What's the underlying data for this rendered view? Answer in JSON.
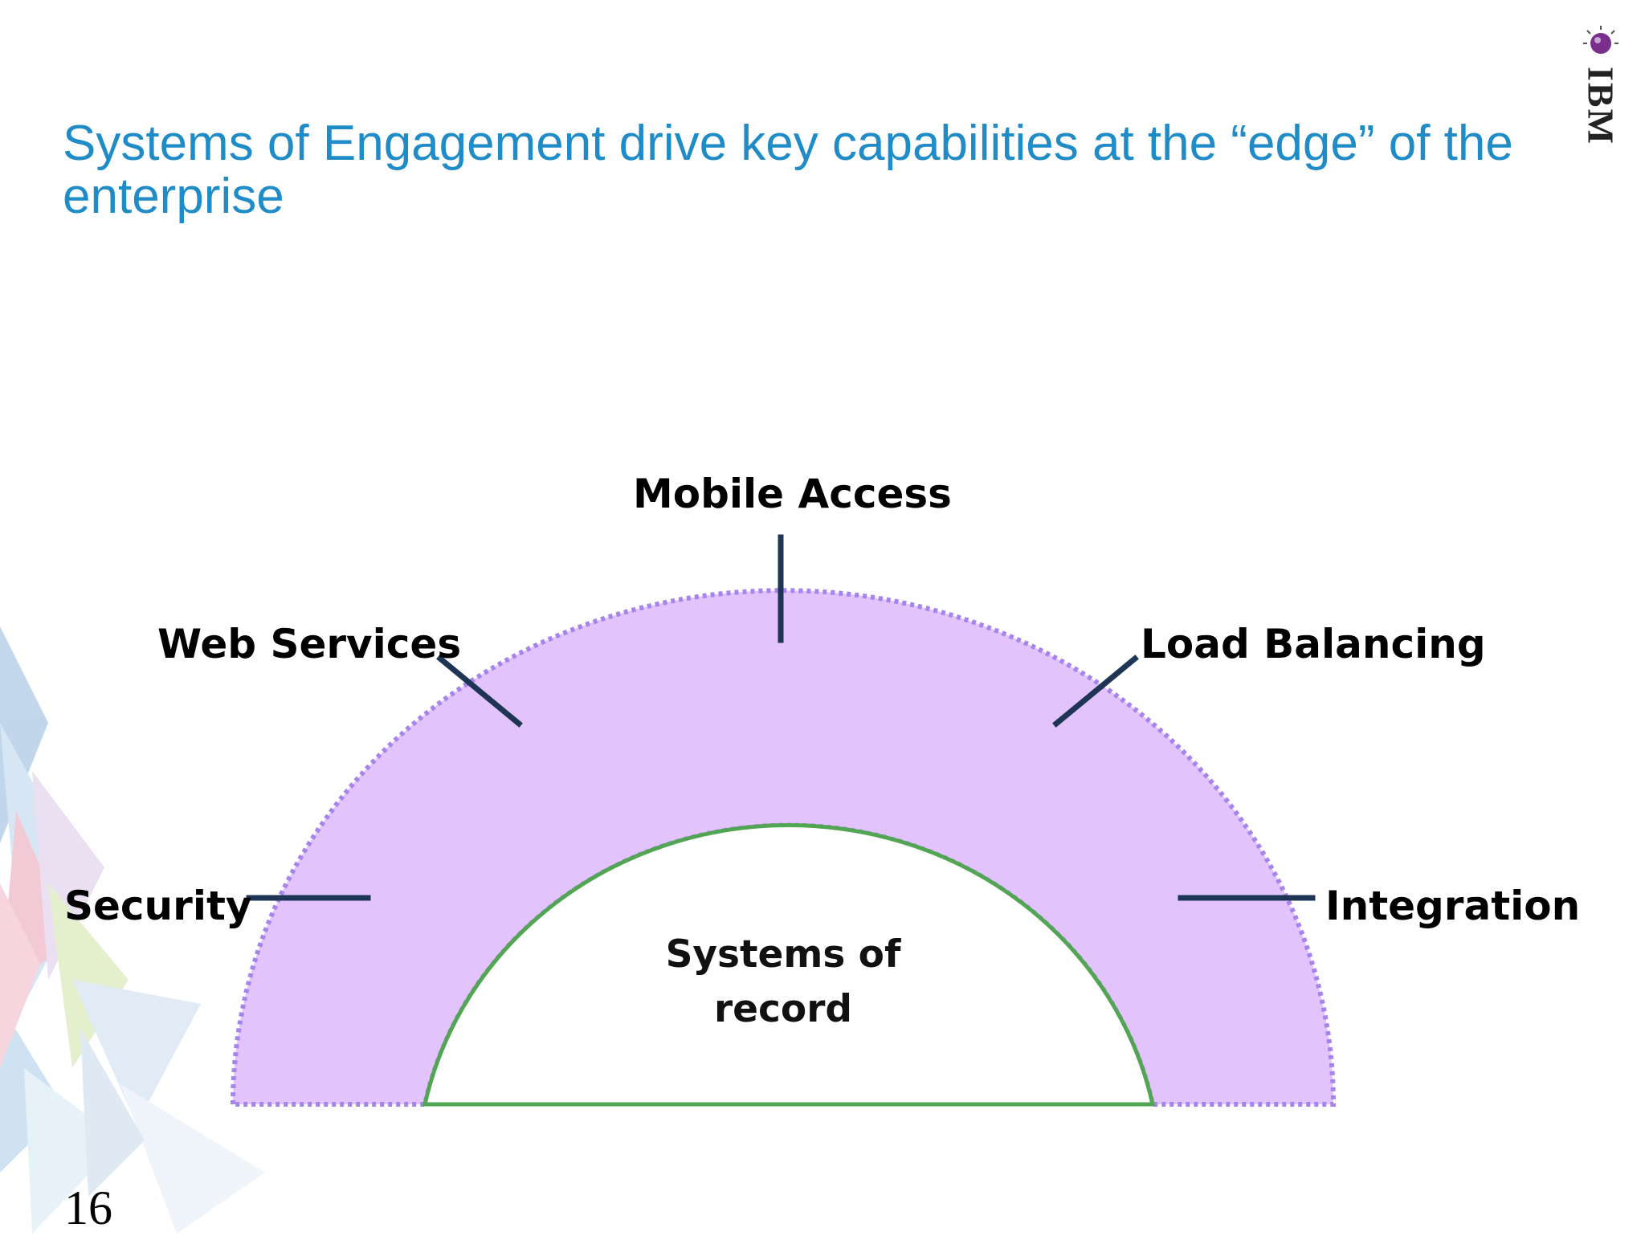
{
  "slide": {
    "title": "Systems of Engagement drive key capabilities at the “edge” of the enterprise",
    "page_number": "16"
  },
  "logo": {
    "text": "IBM",
    "icon": "ibm-logo-globe-icon"
  },
  "diagram": {
    "inner_label_line1": "Systems of",
    "inner_label_line2": "record",
    "capabilities": [
      {
        "label": "Security"
      },
      {
        "label": "Web Services"
      },
      {
        "label": "Mobile Access"
      },
      {
        "label": "Load Balancing"
      },
      {
        "label": "Integration"
      }
    ]
  },
  "colors": {
    "title": "#1f8cc8",
    "outer_band_fill": "#e2c3fb",
    "outer_band_border": "#a585ec",
    "inner_border": "#52a552",
    "connector": "#1f3556"
  }
}
